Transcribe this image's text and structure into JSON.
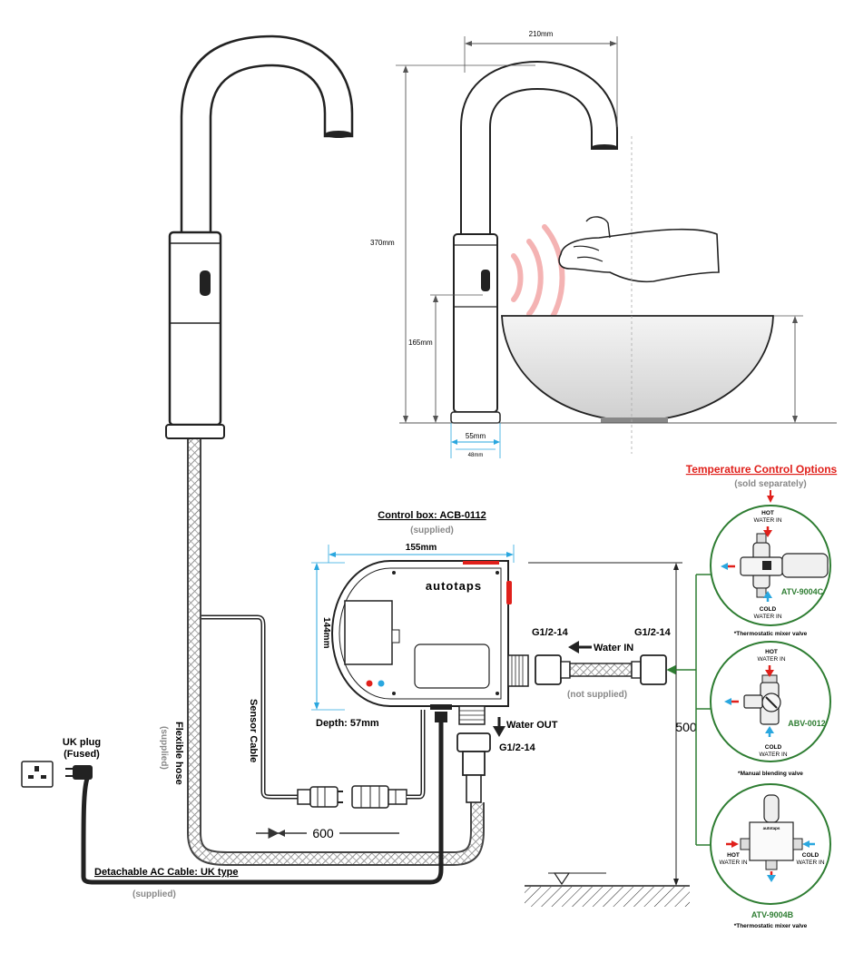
{
  "dimensions": {
    "width_top": "210mm",
    "height_total": "370mm",
    "height_sensor": "165mm",
    "base_outer": "55mm",
    "base_inner": "48mm",
    "box_width": "155mm",
    "box_height": "144mm",
    "box_depth": "Depth: 57mm",
    "cable_length": "600",
    "height_500": "500"
  },
  "control_box": {
    "title": "Control box: ACB-0112",
    "supplied": "(supplied)",
    "logo": "autotaps"
  },
  "labels": {
    "sensor_cable": "Sensor Cable",
    "flexible_hose": "Flexible hose",
    "flexible_hose_supplied": "(supplied)",
    "uk_plug_1": "UK plug",
    "uk_plug_2": "(Fused)",
    "ac_cable": "Detachable AC Cable: UK type",
    "ac_cable_supplied": "(supplied)",
    "thread_left": "G1/2-14",
    "thread_right": "G1/2-14",
    "thread_out": "G1/2-14",
    "water_in": "Water IN",
    "not_supplied": "(not supplied)",
    "water_out": "Water OUT"
  },
  "temperature_options": {
    "title": "Temperature Control Options",
    "subtitle": "(sold separately)",
    "options": [
      {
        "code": "ATV-9004C",
        "hot_1": "HOT",
        "hot_2": "WATER IN",
        "cold_1": "COLD",
        "cold_2": "WATER IN",
        "caption": "*Thermostatic mixer valve"
      },
      {
        "code": "ABV-0012",
        "hot_1": "HOT",
        "hot_2": "WATER IN",
        "cold_1": "COLD",
        "cold_2": "WATER IN",
        "caption": "*Manual blending valve"
      },
      {
        "code": "ATV-9004B",
        "hot_1": "HOT",
        "hot_2": "WATER IN",
        "cold_1": "COLD",
        "cold_2": "WATER IN",
        "caption": "*Thermostatic mixer valve"
      }
    ]
  },
  "colors": {
    "dimension_blue": "#2aa7df",
    "title_red": "#e0201b",
    "option_green": "#2e7d32",
    "hot_red": "#e0201b",
    "cold_blue": "#2aa7df",
    "sensor_waves": "#f4b3b3",
    "supplied_gray": "#888888"
  }
}
